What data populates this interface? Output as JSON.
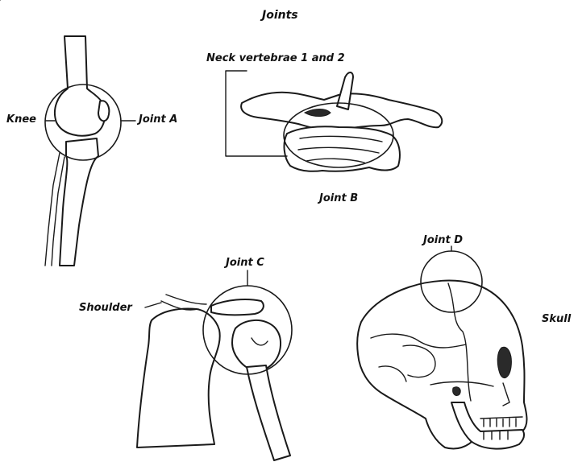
{
  "title": "Joints",
  "labels": {
    "neck": "Neck vertebrae 1 and 2",
    "knee": "Knee",
    "joint_a": "Joint A",
    "joint_b": "Joint B",
    "joint_c": "Joint C",
    "joint_d": "Joint D",
    "shoulder": "Shoulder",
    "skull": "Skull"
  },
  "colors": {
    "line": "#1a1a1a",
    "background": "#ffffff"
  }
}
